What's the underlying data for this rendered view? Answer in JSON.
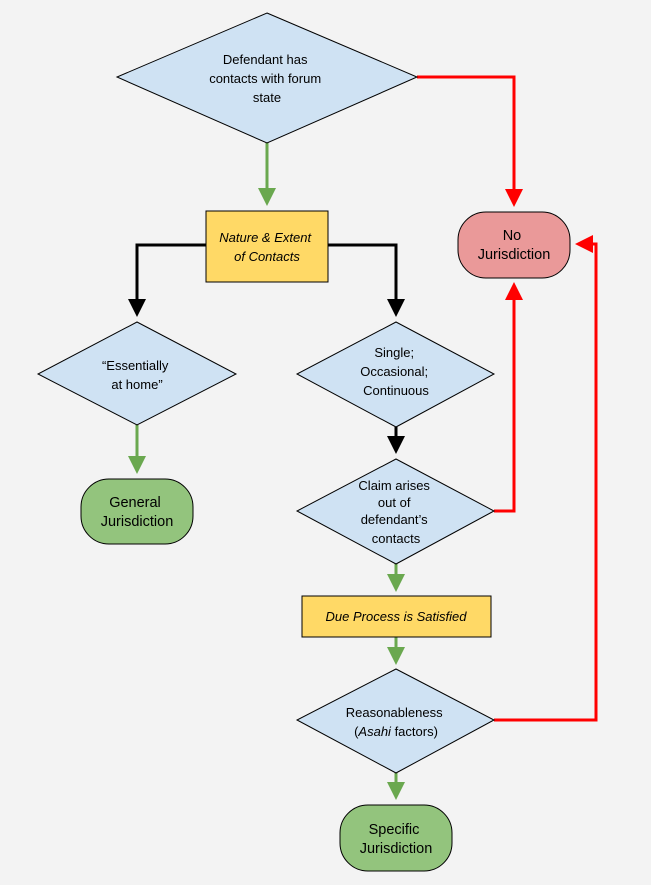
{
  "nodes": {
    "contacts": {
      "lines": [
        "Defendant has",
        "contacts with forum",
        "state"
      ]
    },
    "nature": {
      "lines": [
        "Nature & Extent",
        "of Contacts"
      ]
    },
    "no_jurisdiction": {
      "lines": [
        "No",
        "Jurisdiction"
      ]
    },
    "at_home": {
      "lines": [
        "“Essentially",
        "at home”"
      ]
    },
    "single": {
      "lines": [
        "Single;",
        "Occasional;",
        "Continuous"
      ]
    },
    "general": {
      "lines": [
        "General",
        "Jurisdiction"
      ]
    },
    "arises": {
      "lines": [
        "Claim arises",
        "out of",
        "defendant’s",
        "contacts"
      ]
    },
    "due_process": {
      "lines": [
        "Due Process is Satisfied"
      ]
    },
    "reasonableness": {
      "line1": "Reasonableness",
      "line2_open": "(",
      "line2_italic": "Asahi",
      "line2_rest": " factors)"
    },
    "specific": {
      "lines": [
        "Specific",
        "Jurisdiction"
      ]
    }
  },
  "colors": {
    "diamond_fill": "#cfe2f3",
    "rect_fill": "#ffd966",
    "terminal_green": "#93c47d",
    "terminal_red": "#ea9999",
    "edge_green": "#6aa84f",
    "edge_black": "#000000",
    "edge_red": "#ff0000"
  }
}
